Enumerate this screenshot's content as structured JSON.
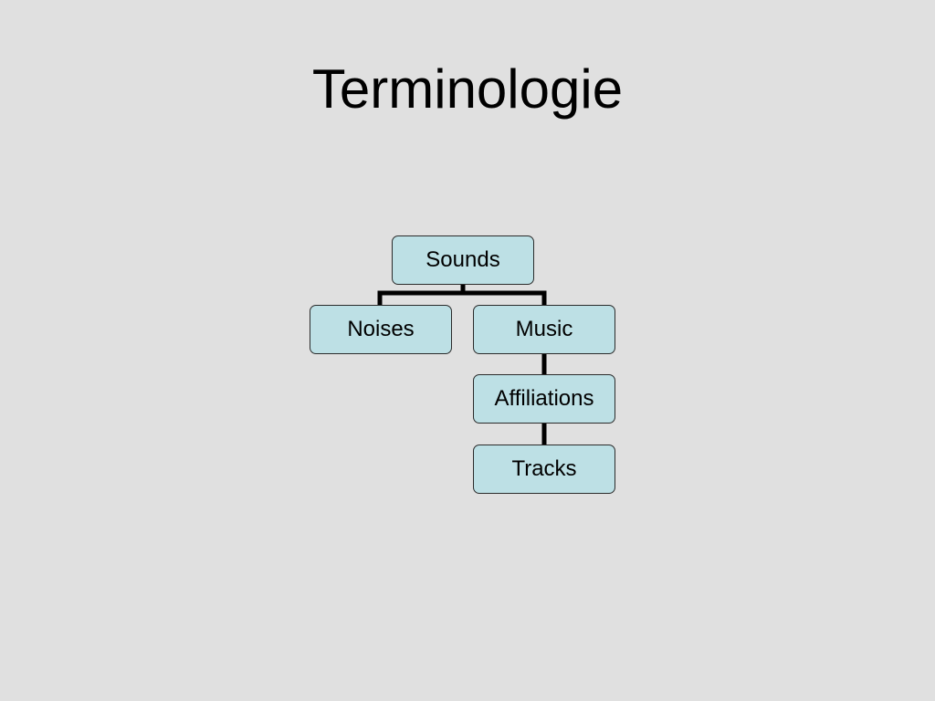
{
  "slide": {
    "title": "Terminologie"
  },
  "diagram": {
    "nodes": {
      "sounds": "Sounds",
      "noises": "Noises",
      "music": "Music",
      "affiliations": "Affiliations",
      "tracks": "Tracks"
    },
    "edges": [
      [
        "sounds",
        "noises"
      ],
      [
        "sounds",
        "music"
      ],
      [
        "music",
        "affiliations"
      ],
      [
        "affiliations",
        "tracks"
      ]
    ]
  },
  "colors": {
    "background": "#e0e0e0",
    "node_fill": "#bde0e5",
    "node_border": "#2b2b2b",
    "connector": "#000000"
  }
}
